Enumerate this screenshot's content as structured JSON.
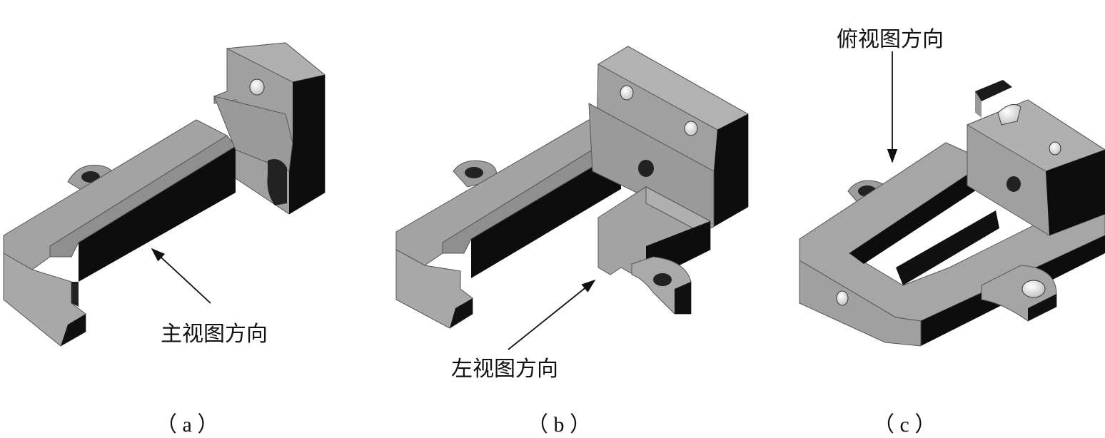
{
  "figures": [
    {
      "caption": "（ a ）",
      "arrow_label": "主视图方向"
    },
    {
      "caption": "（ b ）",
      "arrow_label": "左视图方向"
    },
    {
      "caption": "（ c ）",
      "arrow_label": "俯视图方向"
    }
  ],
  "colors": {
    "top_face": "#a3a3a3",
    "light_face": "#9a9a9a",
    "dark_face": "#0d0d0d",
    "mid_face": "#6e6e6e",
    "hole": "#e9e9e9",
    "edge": "#555555"
  }
}
